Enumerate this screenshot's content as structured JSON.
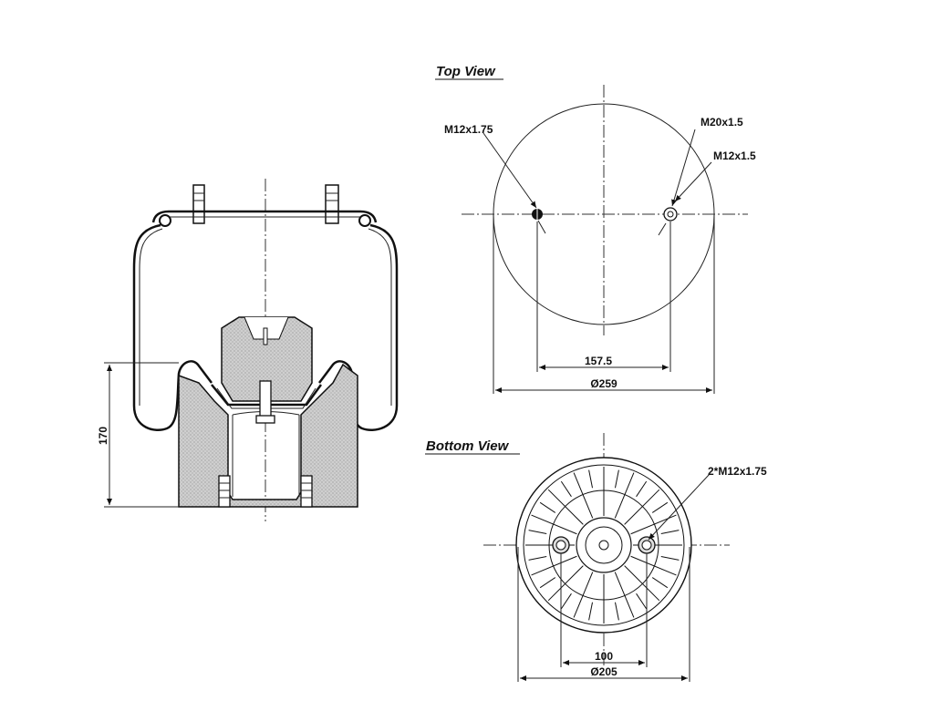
{
  "views": {
    "top_title": "Top View",
    "bottom_title": "Bottom View"
  },
  "side": {
    "height_dim": "170"
  },
  "top": {
    "thread_left": "M12x1.75",
    "thread_right_upper": "M20x1.5",
    "thread_right_lower": "M12x1.5",
    "dim_spacing": "157.5",
    "dim_diameter": "Ø259"
  },
  "bottom": {
    "thread": "2*M12x1.75",
    "dim_spacing": "100",
    "dim_diameter": "Ø205"
  },
  "colors": {
    "line": "#111111",
    "fill_gray": "#c8c8c8"
  }
}
